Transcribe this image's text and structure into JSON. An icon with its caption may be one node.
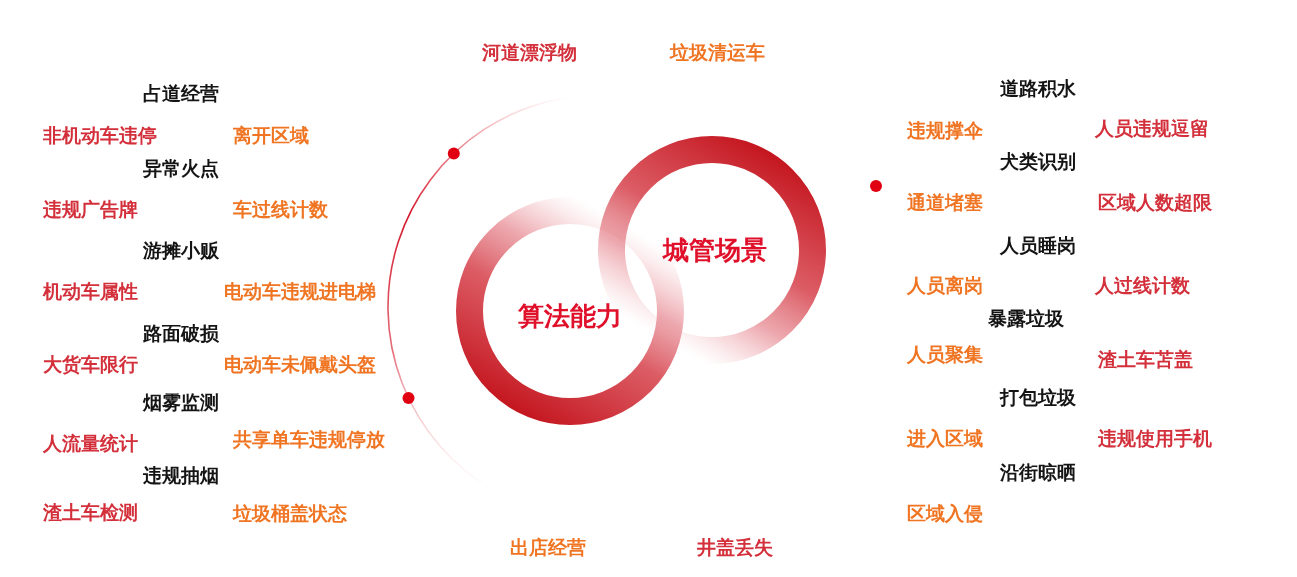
{
  "diagram": {
    "nodes": [
      {
        "text": [
          "算法能力"
        ]
      },
      {
        "text": [
          "城管场景"
        ]
      }
    ],
    "labels": [
      "河道漂浮物",
      "垃圾清运车",
      "占道经营",
      "非机动车违停",
      "离开区域",
      "异常火点",
      "违规广告牌",
      "车过线计数",
      "游摊小贩",
      "机动车属性",
      "电动车违规进电梯",
      "路面破损",
      "大货车限行",
      "电动车未佩戴头盔",
      "烟雾监测",
      "人流量统计",
      "共享单车违规停放",
      "违规抽烟",
      "渣土车检测",
      "垃圾桶盖状态",
      "道路积水",
      "违规撑伞",
      "人员违规逗留",
      "犬类识别",
      "通道堵塞",
      "区域人数超限",
      "人员睡岗",
      "人员离岗",
      "人过线计数",
      "暴露垃圾",
      "人员聚集",
      "渣土车苫盖",
      "打包垃圾",
      "进入区域",
      "违规使用手机",
      "沿街晾晒",
      "区域入侵",
      "出店经营",
      "井盖丢失"
    ]
  }
}
